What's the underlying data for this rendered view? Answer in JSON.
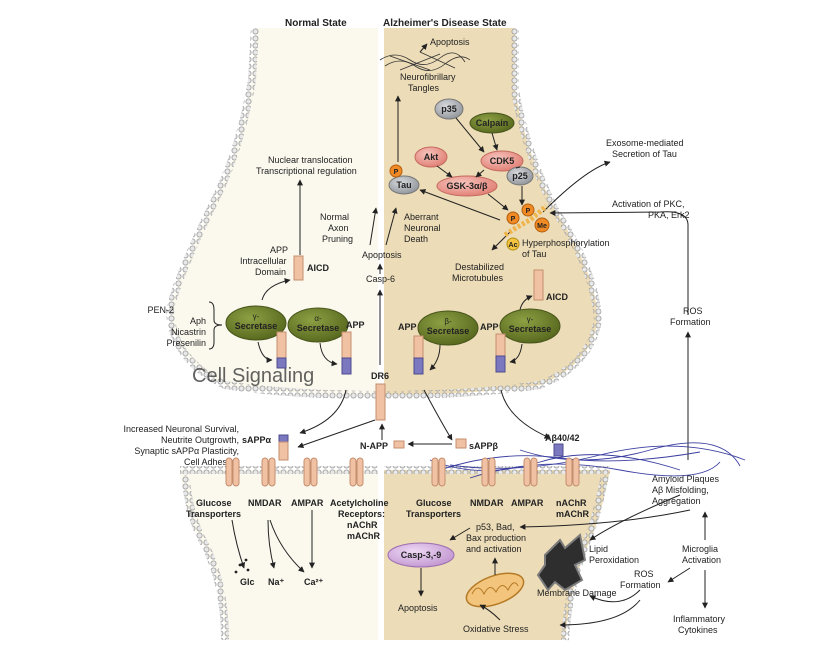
{
  "headers": {
    "normal": "Normal State",
    "ad": "Alzheimer's Disease State"
  },
  "pathway_top": {
    "apoptosis": "Apoptosis",
    "tangles": [
      "Neurofibrillary",
      "Tangles"
    ],
    "p35": "p35",
    "calpain": "Calpain",
    "akt": "Akt",
    "cdk5": "CDK5",
    "gsk3": "GSK-3α/β",
    "p25": "p25",
    "tau": "Tau",
    "p": "P",
    "me": "Me",
    "ac": "Ac",
    "hyper": [
      "Hyperphosphorylation",
      "of Tau"
    ],
    "destab": [
      "Destabilized",
      "Microtubules"
    ],
    "exosome": [
      "Exosome-mediated",
      "Secretion of Tau"
    ],
    "pkc": [
      "Activation of PKC,",
      "PKA, Erk2"
    ],
    "ros_formation": [
      "ROS",
      "Formation"
    ]
  },
  "normal": {
    "nuclear": [
      "Nuclear translocation",
      "Transcriptional regulation"
    ],
    "app_icd": [
      "APP",
      "Intracellular",
      "Domain"
    ],
    "aicd": "AICD",
    "gamma_sec": [
      "γ-",
      "Secretase"
    ],
    "alpha_sec": [
      "α-",
      "Secretase"
    ],
    "app": "APP",
    "complex": [
      "PEN-2",
      "Aph",
      "Nicastrin",
      "Presenilin"
    ]
  },
  "middle": {
    "normal_axon": [
      "Normal",
      "Axon",
      "Pruning"
    ],
    "aberrant": [
      "Aberrant",
      "Neuronal",
      "Death"
    ],
    "apoptosis": "Apoptosis",
    "casp6": "Casp-6",
    "dr6": "DR6",
    "napp": "N-APP",
    "sappb": "sAPPβ",
    "sappa": "sAPPα"
  },
  "ad": {
    "aicd": "AICD",
    "app_left": "APP",
    "beta_sec": [
      "β-",
      "Secretase"
    ],
    "app_right": "APP",
    "gamma_sec": [
      "γ-",
      "Secretase"
    ],
    "abeta": "Aβ40/42"
  },
  "survival": [
    "Increased Neuronal Survival,",
    "Neutrite Outgrowth,",
    "Synaptic sAPPα Plasticity,",
    "Cell Adhesion"
  ],
  "receptors_normal": {
    "glucose": [
      "Glucose",
      "Transporters"
    ],
    "nmdar": "NMDAR",
    "ampar": "AMPAR",
    "ach": [
      "Acetylcholine",
      "Receptors:",
      "nAChR",
      "mAChR"
    ],
    "glc": "Glc",
    "na": "Na⁺",
    "ca": "Ca²⁺"
  },
  "receptors_ad": {
    "glucose": [
      "Glucose",
      "Transporters"
    ],
    "nmdar": "NMDAR",
    "ampar": "AMPAR",
    "nachr": [
      "nAChR",
      "mAChR"
    ]
  },
  "bottom_right": {
    "p53": [
      "p53, Bad,",
      "Bax production",
      "and activation"
    ],
    "casp": "Casp-3,-9",
    "apoptosis": "Apoptosis",
    "lipid": [
      "Lipid",
      "Peroxidation"
    ],
    "ros": [
      "ROS",
      "Formation"
    ],
    "membrane": "Membrane Damage",
    "oxidative": "Oxidative Stress",
    "plaques": [
      "Amyloid Plaques",
      "Aβ Misfolding,",
      "Aggregation"
    ],
    "microglia": [
      "Microglia",
      "Activation"
    ],
    "inflam": [
      "Inflammatory",
      "Cytokines"
    ]
  },
  "watermark": "Cell Signaling",
  "colors": {
    "bg_normal": "#fbf9ee",
    "bg_ad": "#ecdcb7",
    "secretase": "#6d7f2a",
    "protein_pink": "#f0a9a0",
    "app_bar": "#f1c1a3",
    "tm_purple": "#7b78bf",
    "gray_protein": "#aeb2b8",
    "phospho": "#f08a24",
    "casp_purple": "#d9b4e3"
  }
}
